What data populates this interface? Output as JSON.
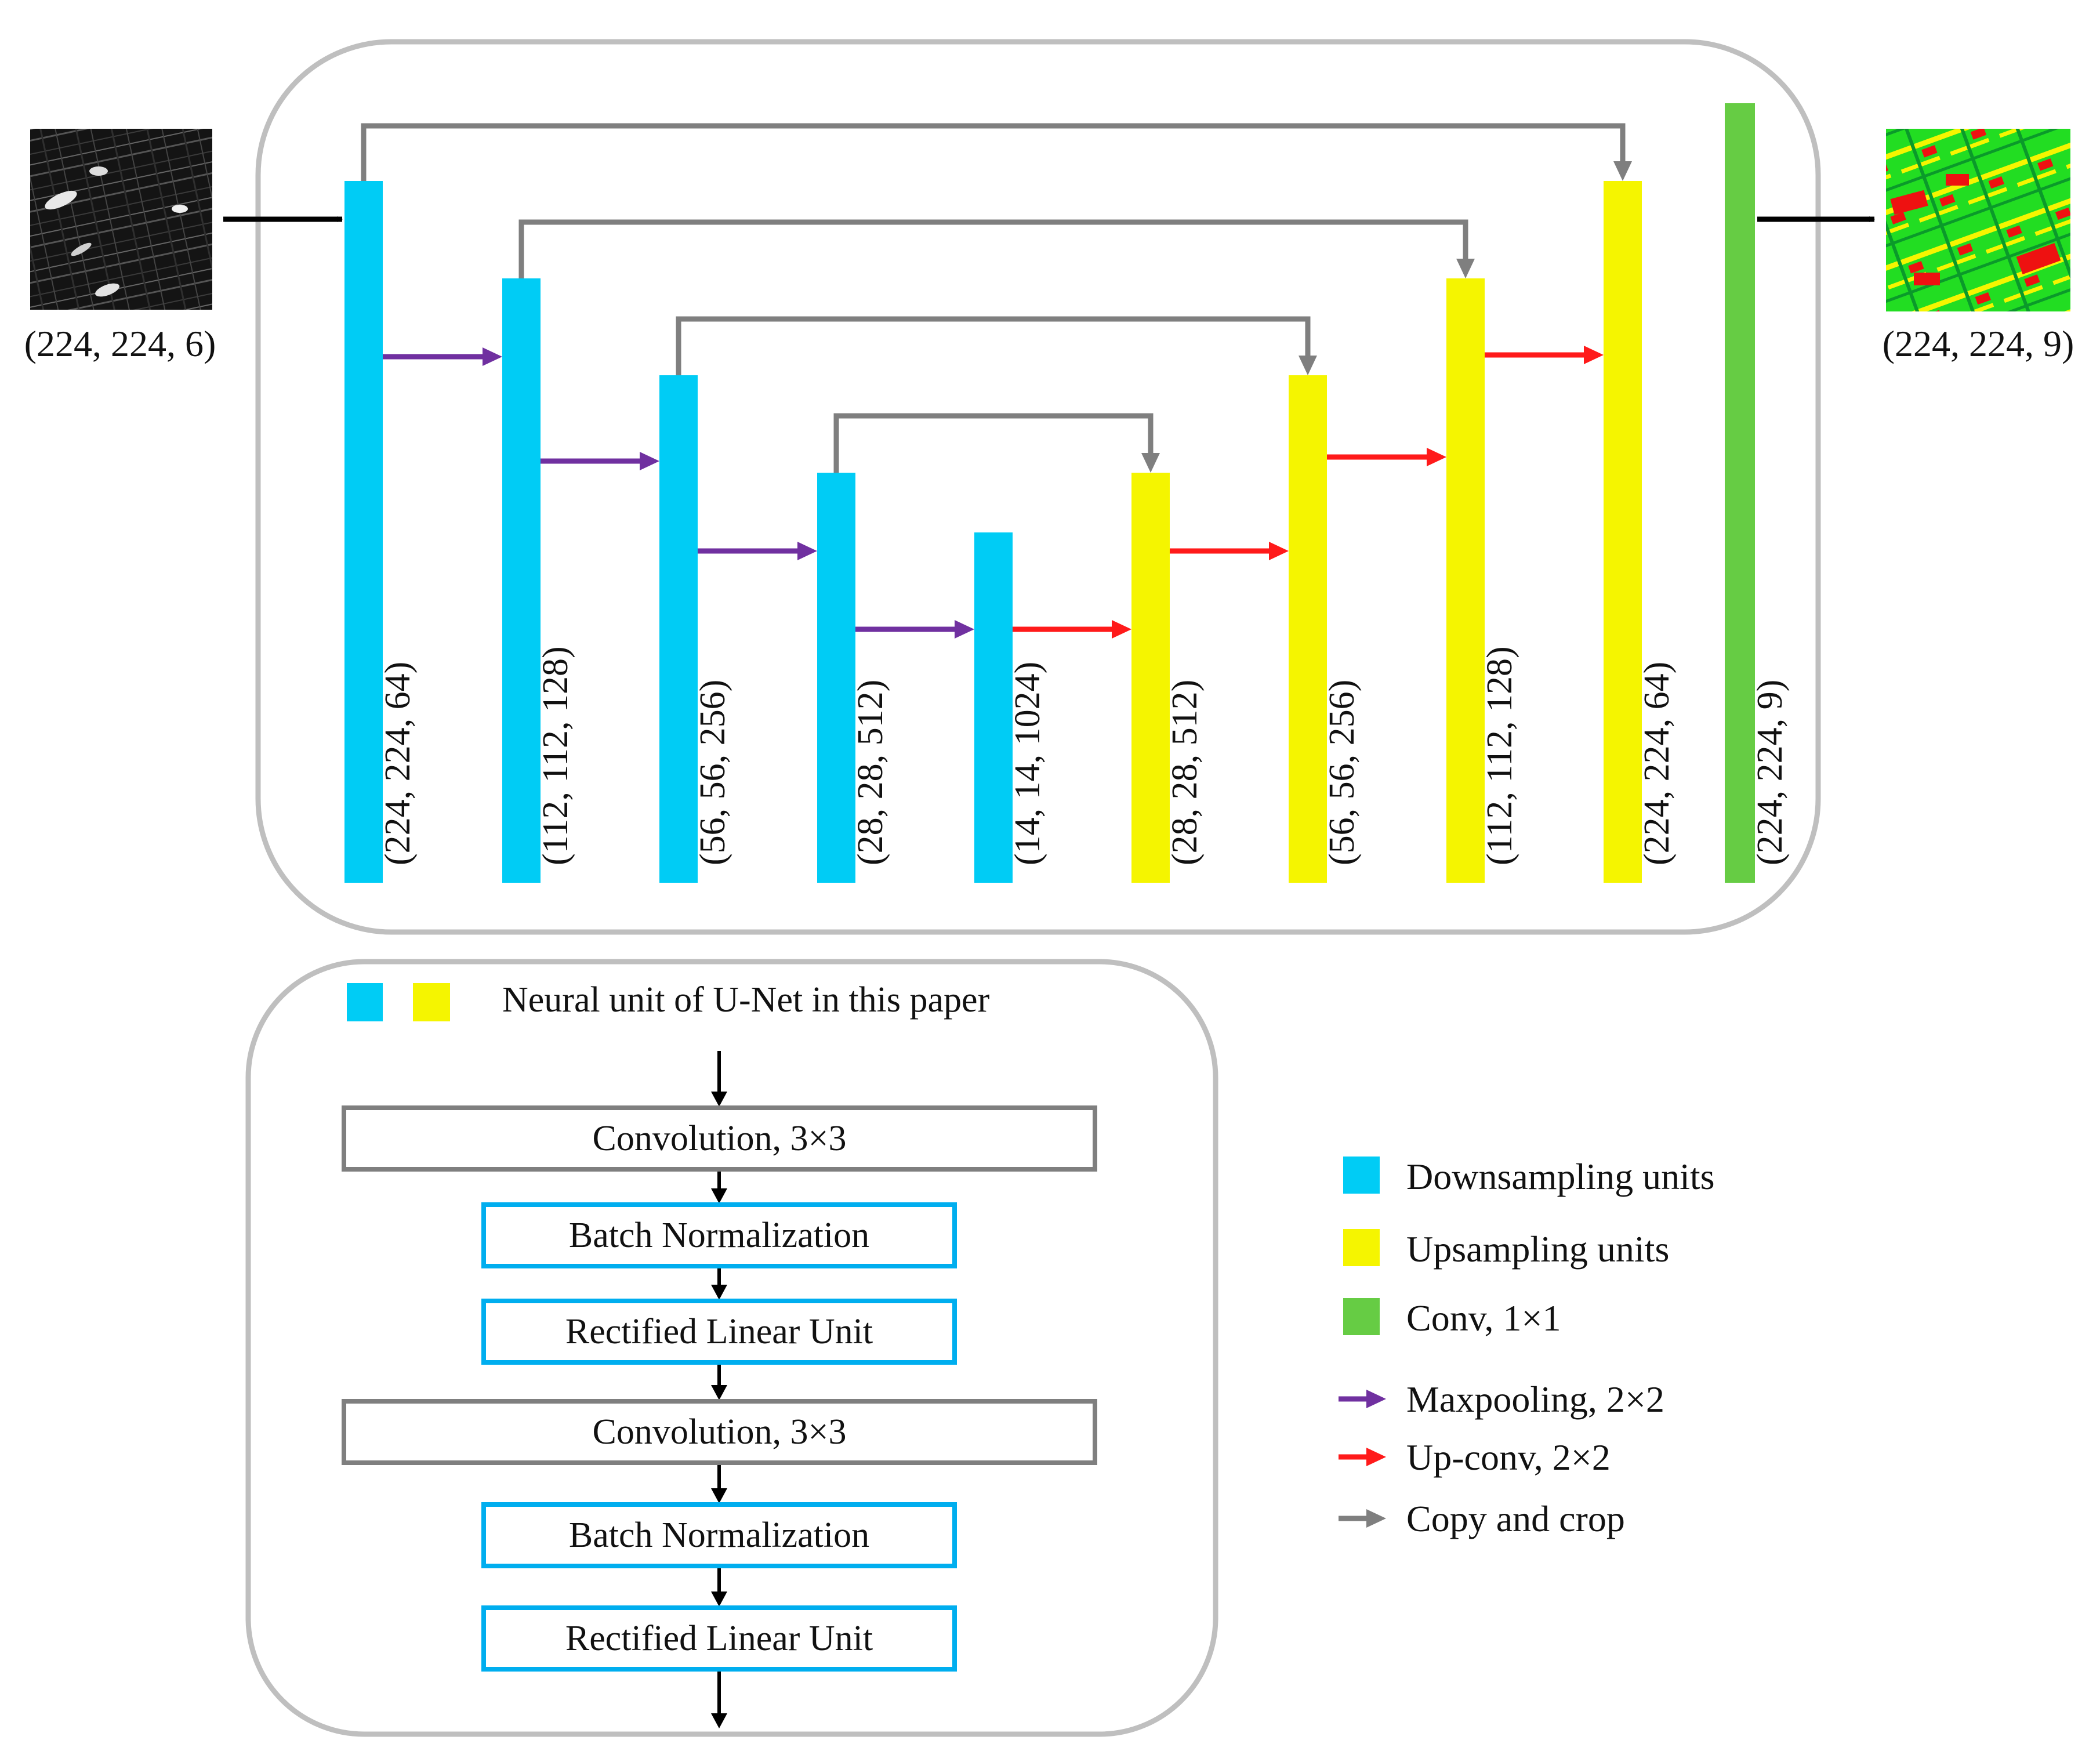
{
  "colors": {
    "downsampling": "#00CCF5",
    "upsampling": "#F5F500",
    "conv1x1": "#66CC44",
    "maxpool_arrow": "#7030A0",
    "upconv_arrow": "#FF1A1A",
    "copy_arrow": "#7F7F7F",
    "frame": "#BFBFBF",
    "conv_box_border": "#7F7F7F",
    "bn_relu_box_border": "#00AEEF"
  },
  "icons": {
    "input_image": "sar-image-thumbnail",
    "output_image": "segmentation-map-thumbnail"
  },
  "input": {
    "shape": "(224, 224, 6)"
  },
  "output": {
    "shape": "(224, 224, 9)"
  },
  "network": {
    "layers": [
      {
        "kind": "down",
        "dims": "(224, 224, 64)"
      },
      {
        "kind": "down",
        "dims": "(112, 112, 128)"
      },
      {
        "kind": "down",
        "dims": "(56, 56, 256)"
      },
      {
        "kind": "down",
        "dims": "(28, 28, 512)"
      },
      {
        "kind": "down",
        "dims": "(14, 14, 1024)"
      },
      {
        "kind": "up",
        "dims": "(28, 28, 512)"
      },
      {
        "kind": "up",
        "dims": "(56, 56, 256)"
      },
      {
        "kind": "up",
        "dims": "(112, 112, 128)"
      },
      {
        "kind": "up",
        "dims": "(224, 224, 64)"
      },
      {
        "kind": "final",
        "dims": "(224, 224, 9)"
      }
    ]
  },
  "unit": {
    "title": "Neural unit of U-Net in this paper",
    "steps": [
      {
        "kind": "conv",
        "label": "Convolution, 3×3"
      },
      {
        "kind": "bn",
        "label": "Batch Normalization"
      },
      {
        "kind": "relu",
        "label": "Rectified Linear Unit"
      },
      {
        "kind": "conv",
        "label": "Convolution, 3×3"
      },
      {
        "kind": "bn",
        "label": "Batch Normalization"
      },
      {
        "kind": "relu",
        "label": "Rectified Linear Unit"
      }
    ]
  },
  "legend": {
    "items": [
      {
        "kind": "swatch",
        "color": "#00CCF5",
        "label": "Downsampling units"
      },
      {
        "kind": "swatch",
        "color": "#F5F500",
        "label": "Upsampling units"
      },
      {
        "kind": "swatch",
        "color": "#66CC44",
        "label": "Conv, 1×1"
      },
      {
        "kind": "arrow",
        "color": "#7030A0",
        "label": "Maxpooling, 2×2"
      },
      {
        "kind": "arrow",
        "color": "#FF1A1A",
        "label": "Up-conv, 2×2"
      },
      {
        "kind": "arrow",
        "color": "#7F7F7F",
        "label": "Copy and crop"
      }
    ]
  }
}
